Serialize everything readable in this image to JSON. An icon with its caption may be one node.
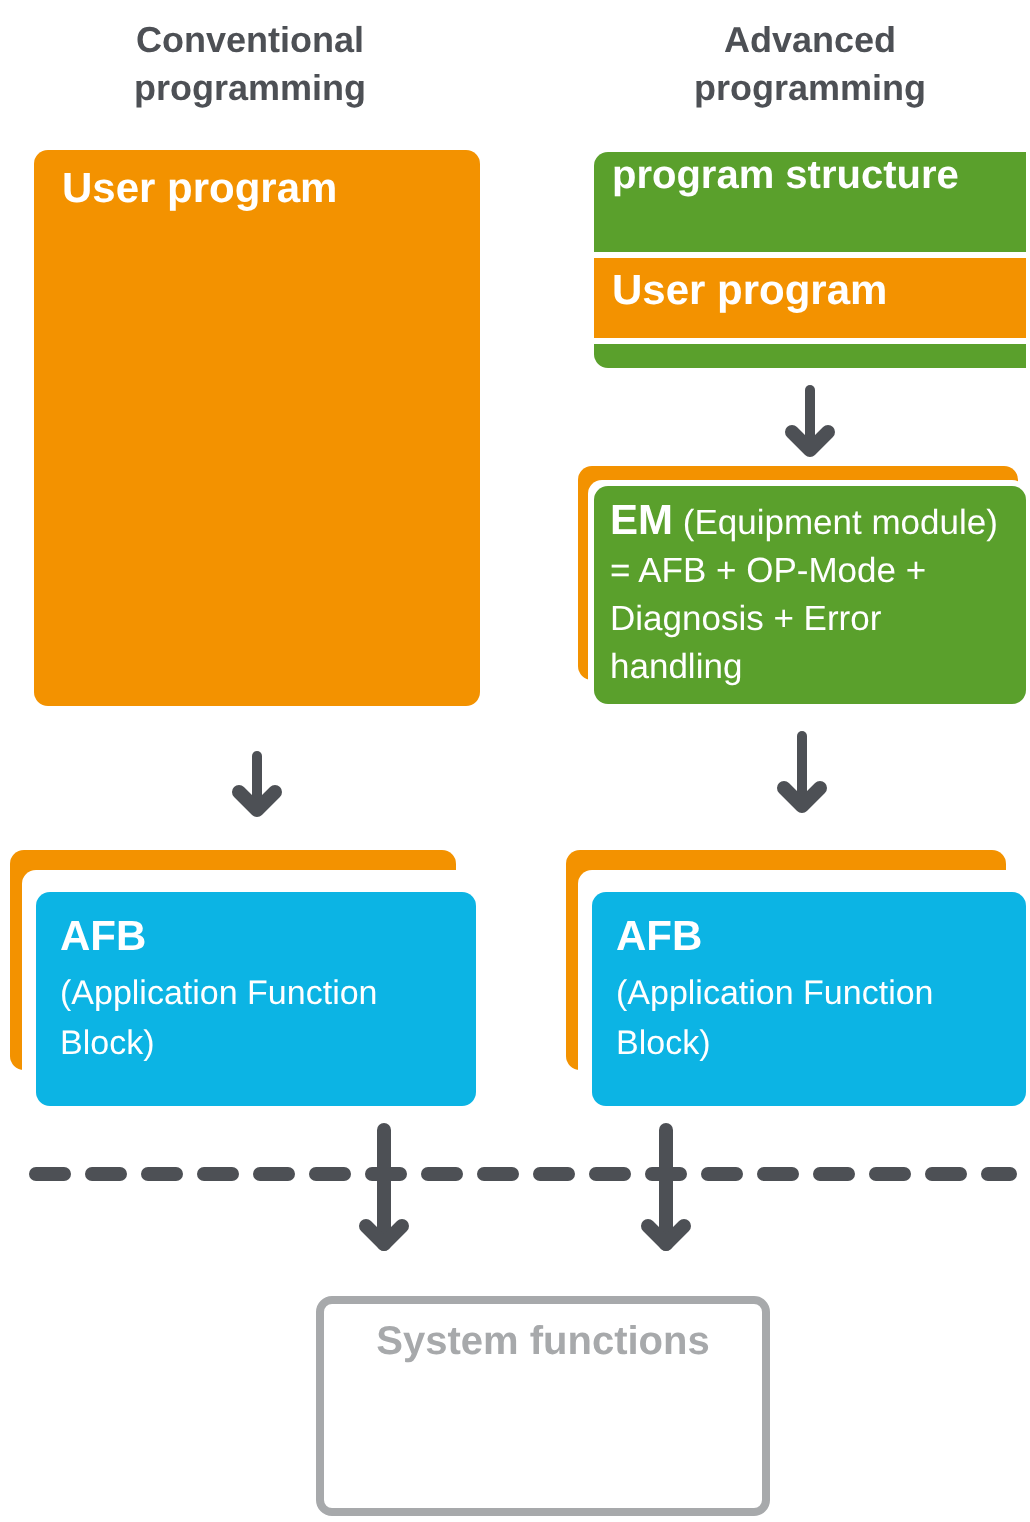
{
  "diagram": {
    "nodes": [
      {
        "text": [
          "User program"
        ]
      },
      {
        "text": [
          "AFB",
          "(Application Function Block)"
        ]
      },
      {
        "text": [
          "program structure"
        ]
      },
      {
        "text": [
          "User program"
        ],
        "in": 2
      },
      {
        "text": [
          "**EM** (Equipment module) = AFB + OP-Mode + Diagnosis + Error handling"
        ]
      },
      {
        "text": [
          "AFB",
          "(Application Function Block)"
        ]
      },
      {
        "text": [
          "System functions"
        ]
      }
    ],
    "edges": [
      {
        "from": 0,
        "to": 1,
        "arrow": "to"
      },
      {
        "from": 2,
        "to": 4,
        "arrow": "to"
      },
      {
        "from": 4,
        "to": 5,
        "arrow": "to"
      },
      {
        "from": 1,
        "to": 6,
        "arrow": "to"
      },
      {
        "from": 5,
        "to": 6,
        "arrow": "to"
      }
    ],
    "labels": [
      "Conventional programming",
      "Advanced programming"
    ]
  }
}
